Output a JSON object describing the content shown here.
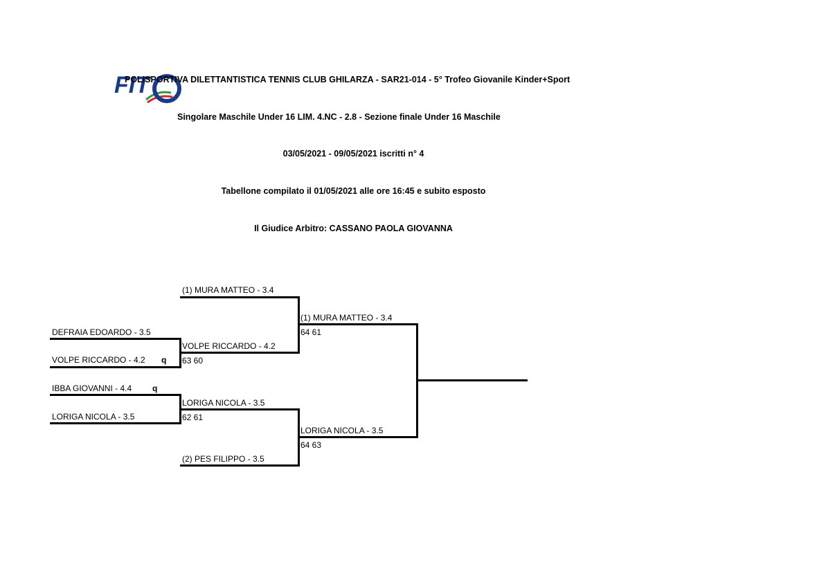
{
  "header": {
    "logo_text": "FIT",
    "line1": "POLISPORTIVA DILETTANTISTICA TENNIS CLUB GHILARZA - SAR21-014 - 5° Trofeo Giovanile Kinder+Sport",
    "line2": "Singolare Maschile Under 16 LIM. 4.NC - 2.8 - Sezione finale Under 16 Maschile",
    "line3": "03/05/2021 - 09/05/2021   iscritti n° 4",
    "line4": "Tabellone compilato il 01/05/2021 alle ore 16:45 e subito esposto",
    "line5": "Il Giudice Arbitro: CASSANO PAOLA GIOVANNA"
  },
  "bracket": {
    "round1": [
      {
        "name": "DEFRAIA EDOARDO - 3.5",
        "tag": ""
      },
      {
        "name": "VOLPE RICCARDO - 4.2",
        "tag": "q"
      },
      {
        "name": "IBBA GIOVANNI - 4.4",
        "tag": "q"
      },
      {
        "name": "LORIGA NICOLA - 3.5",
        "tag": ""
      }
    ],
    "round2": [
      {
        "name": "(1) MURA MATTEO - 3.4",
        "score": ""
      },
      {
        "name": "VOLPE RICCARDO - 4.2",
        "score": "63 60"
      },
      {
        "name": "LORIGA NICOLA - 3.5",
        "score": "62 61"
      },
      {
        "name": "(2) PES FILIPPO - 3.5",
        "score": ""
      }
    ],
    "semifinals": [
      {
        "name": "(1) MURA MATTEO - 3.4",
        "score": "64 61"
      },
      {
        "name": "LORIGA NICOLA - 3.5",
        "score": "64 63"
      }
    ]
  }
}
